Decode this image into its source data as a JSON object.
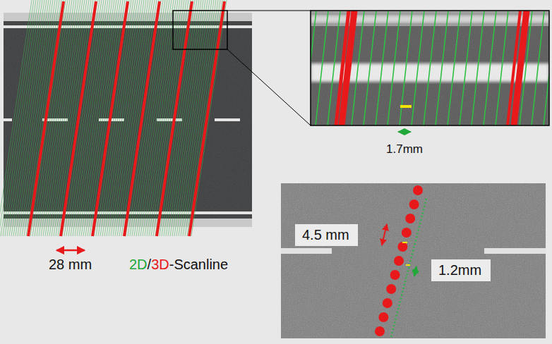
{
  "diagram": {
    "nodes": [
      {
        "text": [
          "4.5 mm"
        ]
      },
      {
        "text": [
          "1.2mm"
        ]
      }
    ],
    "labels": [
      "28 mm",
      "2D",
      "/",
      "3D",
      "-Scanline",
      "1.7mm"
    ]
  }
}
